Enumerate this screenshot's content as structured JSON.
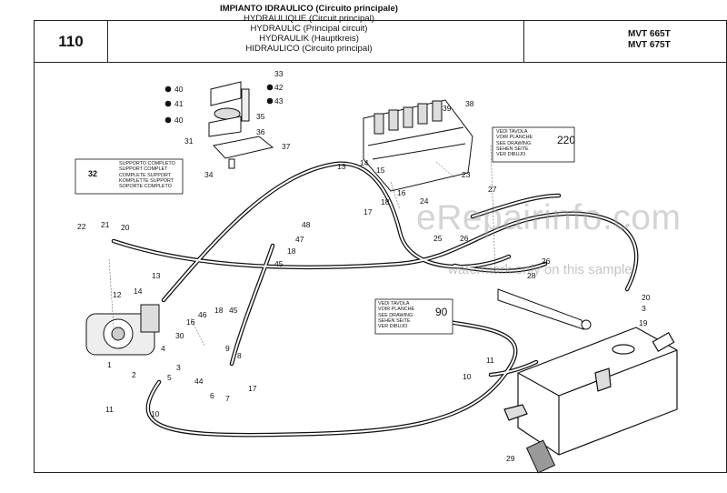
{
  "header": {
    "page_number": "110",
    "titles": [
      "IMPIANTO IDRAULICO (Circuito principale)",
      "HYDRAULIQUE (Circuit principal)",
      "HYDRAULIC (Principal circuit)",
      "HYDRAULIK (Hauptkreis)",
      "HIDRAULICO (Circuito principal)"
    ],
    "models": [
      "MVT 665T",
      "MVT 675T"
    ]
  },
  "callouts": {
    "support": {
      "number": "32",
      "lines": [
        "SUPPORTO COMPLETO",
        "SUPPORT COMPLET",
        "COMPLETE SUPPORT",
        "KOMPLETTE SUPPORT",
        "SOPORTE COMPLETO"
      ]
    },
    "valve_ref": {
      "lines": [
        "VEDI TAVOLA",
        "VOIR PLANCHE",
        "SEE DRAWING",
        "SEHEN SEITE",
        "VER DIBUJO"
      ],
      "target": "220"
    },
    "tank_ref": {
      "lines": [
        "VEDI TAVOLA",
        "VOIR PLANCHE",
        "SEE DRAWING",
        "SEHEN SEITE",
        "VER DIBUJO"
      ],
      "target": "90"
    }
  },
  "watermark": {
    "big": "eRepairinfo.com",
    "small": "watermark only on this sample"
  },
  "part_labels": {
    "p33": "33",
    "p42": "42",
    "p40a": "40",
    "p41": "41",
    "p43": "43",
    "p40b": "40",
    "p35": "35",
    "p36": "36",
    "p37": "37",
    "p31": "31",
    "p34": "34",
    "p39": "39",
    "p38": "38",
    "p13a": "13",
    "p14a": "14",
    "p15": "15",
    "p16a": "16",
    "p18a": "18",
    "p17a": "17",
    "p23": "23",
    "p24": "24",
    "p25": "25",
    "p26a": "26",
    "p27": "27",
    "p22": "22",
    "p21": "21",
    "p20a": "20",
    "p48": "48",
    "p47": "47",
    "p18b": "18",
    "p45a": "45",
    "p13b": "13",
    "p14b": "14",
    "p12": "12",
    "p26b": "26",
    "p28": "28",
    "p20b": "20",
    "p3b": "3",
    "p19": "19",
    "p46": "46",
    "p18c": "18",
    "p45b": "45",
    "p16b": "16",
    "p30": "30",
    "p4": "4",
    "p2": "2",
    "p1": "1",
    "p3": "3",
    "p5": "5",
    "p9": "9",
    "p8": "8",
    "p44": "44",
    "p6": "6",
    "p7": "7",
    "p17b": "17",
    "p10a": "10",
    "p11a": "11",
    "p11b": "11",
    "p10b": "10",
    "p29": "29"
  }
}
